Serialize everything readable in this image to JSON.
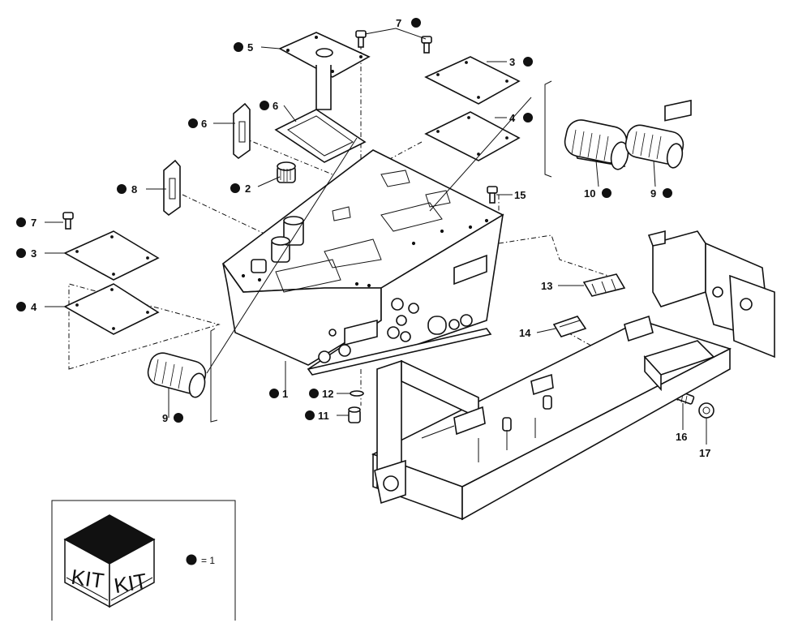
{
  "callouts": {
    "c1": "1",
    "c2": "2",
    "c3a": "3",
    "c3b": "3",
    "c4a": "4",
    "c4b": "4",
    "c5": "5",
    "c6a": "6",
    "c6b": "6",
    "c7a": "7",
    "c7b": "7",
    "c8": "8",
    "c9a": "9",
    "c9b": "9",
    "c10": "10",
    "c11": "11",
    "c12": "12",
    "c13": "13",
    "c14": "14",
    "c15": "15",
    "c16": "16",
    "c17": "17"
  },
  "legend": {
    "kit_left": "KIT",
    "kit_right": "KIT",
    "equals": "= 1"
  }
}
